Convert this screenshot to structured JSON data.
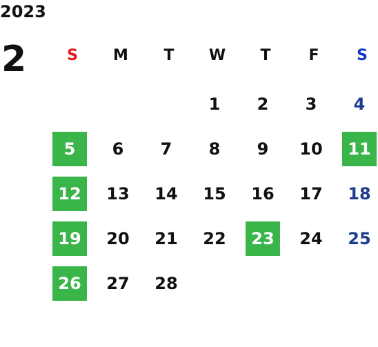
{
  "calendar": {
    "year": "2023",
    "month": "2",
    "weekdays": [
      "S",
      "M",
      "T",
      "W",
      "T",
      "F",
      "S"
    ],
    "weeks": [
      [
        "",
        "",
        "",
        "1",
        "2",
        "3",
        "4"
      ],
      [
        "5",
        "6",
        "7",
        "8",
        "9",
        "10",
        "11"
      ],
      [
        "12",
        "13",
        "14",
        "15",
        "16",
        "17",
        "18"
      ],
      [
        "19",
        "20",
        "21",
        "22",
        "23",
        "24",
        "25"
      ],
      [
        "26",
        "27",
        "28",
        "",
        "",
        "",
        ""
      ]
    ],
    "highlighted_days": [
      "5",
      "11",
      "12",
      "19",
      "23",
      "26"
    ],
    "colors": {
      "sunday_header": "#e8141a",
      "saturday_header": "#1535c9",
      "saturday_day": "#1e3f8f",
      "highlight_bg": "#39b54a",
      "highlight_text": "#ffffff",
      "default_text": "#111111"
    }
  }
}
